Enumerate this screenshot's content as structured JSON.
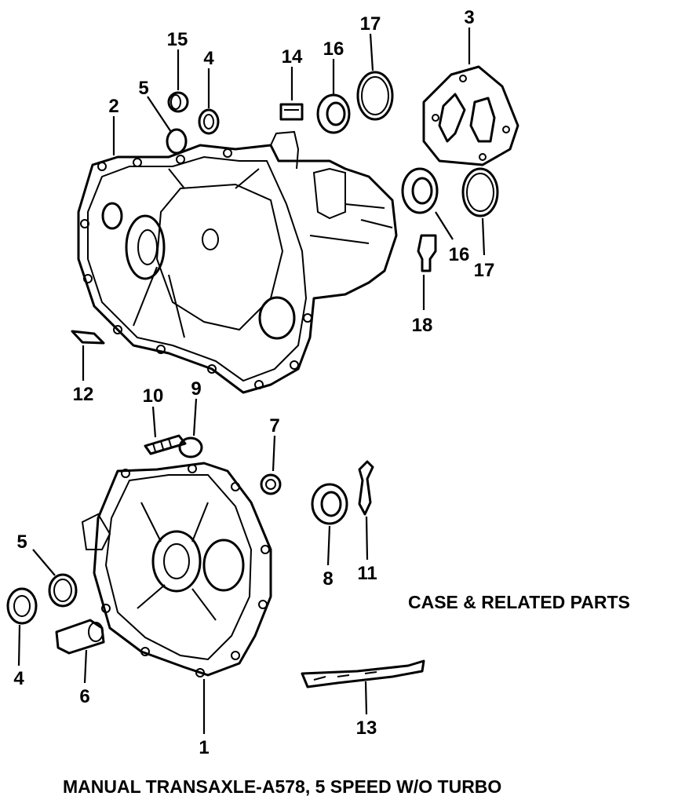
{
  "caption": "CASE & RELATED PARTS",
  "footer": "MANUAL TRANSAXLE-A578, 5 SPEED W/O TURBO",
  "callouts": [
    {
      "id": "c-15",
      "text": "15"
    },
    {
      "id": "c-4a",
      "text": "4"
    },
    {
      "id": "c-14",
      "text": "14"
    },
    {
      "id": "c-16a",
      "text": "16"
    },
    {
      "id": "c-17a",
      "text": "17"
    },
    {
      "id": "c-3",
      "text": "3"
    },
    {
      "id": "c-5a",
      "text": "5"
    },
    {
      "id": "c-2",
      "text": "2"
    },
    {
      "id": "c-16b",
      "text": "16"
    },
    {
      "id": "c-17b",
      "text": "17"
    },
    {
      "id": "c-18",
      "text": "18"
    },
    {
      "id": "c-12",
      "text": "12"
    },
    {
      "id": "c-10",
      "text": "10"
    },
    {
      "id": "c-9",
      "text": "9"
    },
    {
      "id": "c-7",
      "text": "7"
    },
    {
      "id": "c-5b",
      "text": "5"
    },
    {
      "id": "c-8",
      "text": "8"
    },
    {
      "id": "c-11",
      "text": "11"
    },
    {
      "id": "c-4b",
      "text": "4"
    },
    {
      "id": "c-6",
      "text": "6"
    },
    {
      "id": "c-13",
      "text": "13"
    },
    {
      "id": "c-1",
      "text": "1"
    }
  ]
}
